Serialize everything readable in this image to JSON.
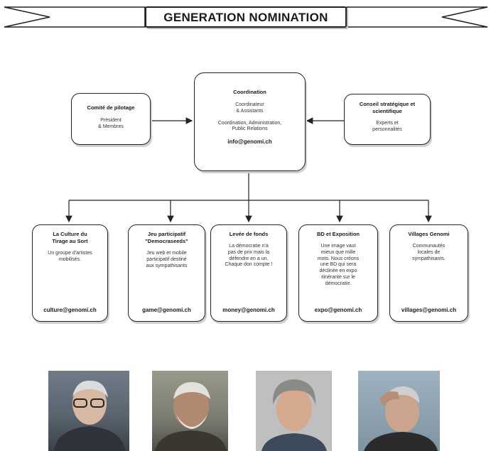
{
  "title": "GENERATION NOMINATION",
  "left_box": {
    "title": "Comité de pilotage",
    "line1": "Président",
    "line2": "& Membres"
  },
  "center_box": {
    "title": "Coordination",
    "line1": "Coordinateur",
    "line2": "& Assistants",
    "line3": "Coordination,  Administration,",
    "line4": "Public Relations",
    "email": "info@genomi.ch"
  },
  "right_box": {
    "title1": "Conseil stratégique et",
    "title2": "scientifique",
    "line1": "Experts et",
    "line2": "personnalités"
  },
  "sub_boxes": [
    {
      "title1": "La Culture du",
      "title2": "Tirage au Sort",
      "lines": [
        "Un groupe d'artistes",
        "mobilisés."
      ],
      "email": "culture@genomi.ch"
    },
    {
      "title1": "Jeu participatif",
      "title2": "\"Democraseeds\"",
      "lines": [
        "Jeu web et mobile",
        "participatif destiné",
        "aux sympathisants"
      ],
      "email": "game@genomi.ch"
    },
    {
      "title1": "Levée de fonds",
      "title2": "",
      "lines": [
        "La démocratie n'a",
        "pas de prix mais la",
        "défendre en a un.",
        "Chaque don compte !"
      ],
      "email": "money@genomi.ch"
    },
    {
      "title1": "BD et Exposition",
      "title2": "",
      "lines": [
        "Une image vaut",
        "mieux que mille",
        "mots. Nous créons",
        "une BD qui sera",
        "déclinée en expo",
        "itinérante sur le",
        "démocratie."
      ],
      "email": "expo@genomi.ch"
    },
    {
      "title1": "Villages Genomi",
      "title2": "",
      "lines": [
        "Communautés",
        "locales de",
        "sympathisants."
      ],
      "email": "villages@genomi.ch"
    }
  ],
  "colors": {
    "line": "#222222",
    "shadow": "#cfcfcf",
    "background": "#ffffff"
  }
}
